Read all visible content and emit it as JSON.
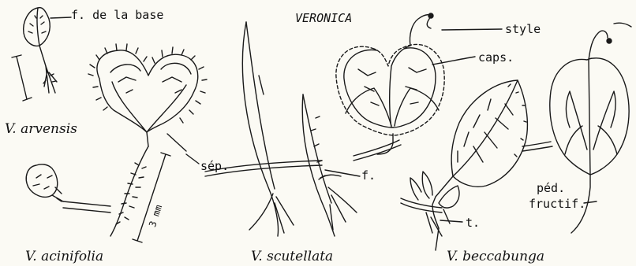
{
  "plate": {
    "title": "VERONICA",
    "labels": {
      "f_base": "f. de la base",
      "style": "style",
      "caps": "caps.",
      "sep": "sép.",
      "f": "f.",
      "t": "t.",
      "ped": "péd.",
      "fructif": "fructif.",
      "mm": "3 mm"
    },
    "species": {
      "arvensis": "V. arvensis",
      "acinifolia": "V. acinifolia",
      "scutellata": "V. scutellata",
      "beccabunga": "V. beccabunga"
    }
  },
  "colors": {
    "ink": "#1a1a1a",
    "paper": "#fbfaf4"
  }
}
